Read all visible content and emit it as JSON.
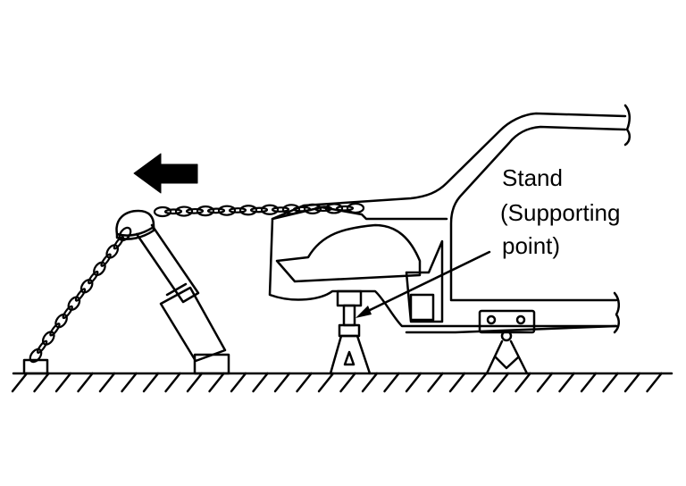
{
  "labels": {
    "line1": "Stand",
    "line2": "(Supporting",
    "line3": "point)"
  },
  "colors": {
    "ink": "#000000",
    "background": "#ffffff"
  }
}
